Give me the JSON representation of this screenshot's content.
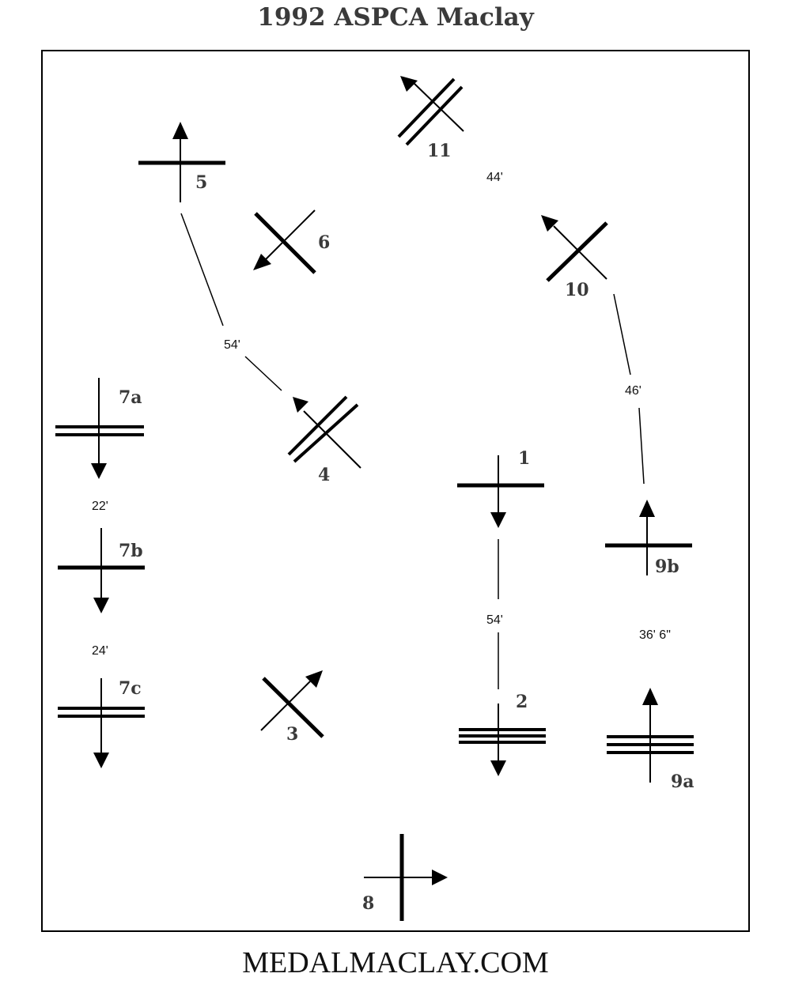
{
  "title": "1992 ASPCA Maclay",
  "footer": "MEDALMACLAY.COM",
  "jumps": {
    "j1": "1",
    "j2": "2",
    "j3": "3",
    "j4": "4",
    "j5": "5",
    "j6": "6",
    "j7a": "7a",
    "j7b": "7b",
    "j7c": "7c",
    "j8": "8",
    "j9a": "9a",
    "j9b": "9b",
    "j10": "10",
    "j11": "11"
  },
  "distances": {
    "d5_4": "54'",
    "d11_10": "44'",
    "d10_9b": "46'",
    "d7a_7b": "22'",
    "d7b_7c": "24'",
    "d1_2": "54'",
    "d9b_9a": "36' 6\""
  }
}
